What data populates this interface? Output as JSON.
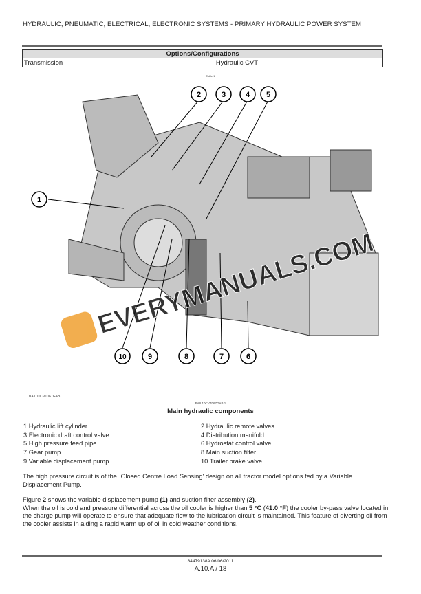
{
  "header": {
    "title": "HYDRAULIC, PNEUMATIC, ELECTRICAL, ELECTRONIC SYSTEMS - PRIMARY HYDRAULIC POWER SYSTEM"
  },
  "options_table": {
    "heading": "Options/Configurations",
    "rows": [
      {
        "label": "Transmission",
        "value": "Hydraulic CVT"
      }
    ],
    "caption": "Table 1"
  },
  "figure": {
    "callouts": [
      "1",
      "2",
      "3",
      "4",
      "5",
      "6",
      "7",
      "8",
      "9",
      "10"
    ],
    "watermark": "EVERYMANUALS.COM",
    "image_id": "BAIL10CVT067GAB",
    "caption_id": "BAIL10CVT067GAB 1",
    "caption": "Main hydraulic components"
  },
  "legend": {
    "left": [
      "1.Hydraulic lift cylinder",
      "3.Electronic draft control valve",
      "5.High pressure feed pipe",
      "7.Gear pump",
      "9.Variable displacement pump"
    ],
    "right": [
      "2.Hydraulic remote valves",
      "4.Distribution manifold",
      "6.Hydrostat control valve",
      "8.Main suction filter",
      "10.Trailer brake valve"
    ]
  },
  "body": {
    "p1": "The high pressure circuit is of the `Closed Centre Load Sensing' design on all tractor model options fed by a Variable Displacement Pump.",
    "p2a": "Figure ",
    "p2b": "2",
    "p2c": " shows the variable displacement pump ",
    "p2d": "(1)",
    "p2e": " and suction filter assembly ",
    "p2f": "(2)",
    "p2g": ".",
    "p3a": "When the oil is cold and pressure differential across the oil cooler is higher than ",
    "p3b": "5 °C",
    "p3c": " (",
    "p3d": "41.0 °F",
    "p3e": ") the cooler by-pass valve located in the charge pump will operate to ensure that adequate flow to the lubrication circuit is maintained. This feature of diverting oil from the cooler assists in aiding a rapid warm up of oil in cold weather conditions."
  },
  "footer": {
    "doc": "84479138A 06/06/2011",
    "page": "A.10.A / 18"
  },
  "colors": {
    "watermark": "#f0a030",
    "rule": "#666666",
    "table_head": "#dddddd"
  }
}
